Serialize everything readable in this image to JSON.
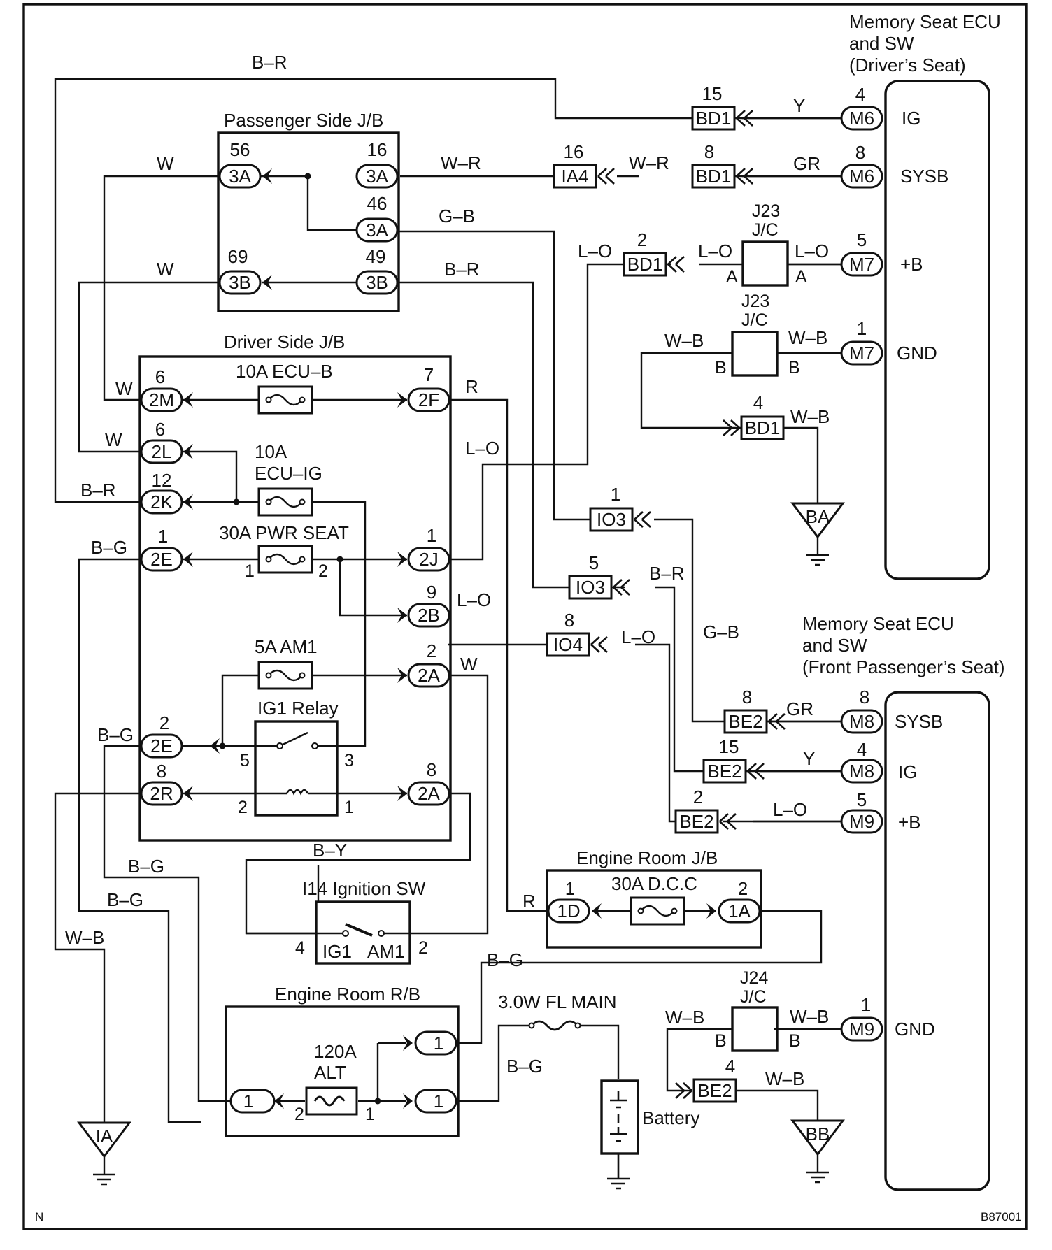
{
  "ecu_driver": {
    "title_lines": [
      "Memory Seat ECU",
      "and SW",
      "(Driver’s Seat)"
    ],
    "pins": [
      {
        "name": "IG",
        "conn": "M6",
        "num": "4"
      },
      {
        "name": "SYSB",
        "conn": "M6",
        "num": "8"
      },
      {
        "name": "+B",
        "conn": "M7",
        "num": "5"
      },
      {
        "name": "GND",
        "conn": "M7",
        "num": "1"
      }
    ]
  },
  "ecu_passenger": {
    "title_lines": [
      "Memory Seat ECU",
      "and SW",
      "(Front Passenger’s Seat)"
    ],
    "pins": [
      {
        "name": "SYSB",
        "conn": "M8",
        "num": "8"
      },
      {
        "name": "IG",
        "conn": "M8",
        "num": "4"
      },
      {
        "name": "+B",
        "conn": "M9",
        "num": "5"
      },
      {
        "name": "GND",
        "conn": "M9",
        "num": "1"
      }
    ]
  },
  "passenger_jb": {
    "title": "Passenger Side J/B",
    "terminals": [
      {
        "conn": "3A",
        "num": "56"
      },
      {
        "conn": "3A",
        "num": "16"
      },
      {
        "conn": "3A",
        "num": "46"
      },
      {
        "conn": "3B",
        "num": "69"
      },
      {
        "conn": "3B",
        "num": "49"
      }
    ]
  },
  "driver_jb": {
    "title": "Driver Side J/B",
    "terminals": [
      {
        "conn": "2M",
        "num": "6"
      },
      {
        "conn": "2F",
        "num": "7"
      },
      {
        "conn": "2L",
        "num": "6"
      },
      {
        "conn": "2K",
        "num": "12"
      },
      {
        "conn": "2E",
        "num": "1"
      },
      {
        "conn": "2J",
        "num": "1"
      },
      {
        "conn": "2B",
        "num": "9"
      },
      {
        "conn": "2A",
        "num": "2"
      },
      {
        "conn": "2E",
        "num": "2"
      },
      {
        "conn": "2R",
        "num": "8"
      },
      {
        "conn": "2A",
        "num": "8"
      }
    ],
    "fuses": {
      "ecu_b": "10A ECU–B",
      "ecu_ig_1": "10A",
      "ecu_ig_2": "ECU–IG",
      "pwr_seat": "30A PWR SEAT",
      "am1": "5A AM1"
    },
    "relay": {
      "title": "IG1 Relay",
      "pins": [
        "5",
        "3",
        "2",
        "1"
      ]
    },
    "fuse_pins": [
      "1",
      "2"
    ]
  },
  "engine_room_jb": {
    "title": "Engine Room J/B",
    "fuse": "30A D.C.C",
    "terminals": [
      {
        "conn": "1D",
        "num": "1"
      },
      {
        "conn": "1A",
        "num": "2"
      }
    ]
  },
  "engine_room_rb": {
    "title": "Engine Room R/B",
    "fuse_1": "120A",
    "fuse_2": "ALT",
    "terminal": "1",
    "pins": [
      "2",
      "1"
    ]
  },
  "ignition_sw": {
    "title": "I14 Ignition SW",
    "pin_left": "4",
    "pin_right": "2",
    "contact_1": "IG1",
    "contact_2": "AM1"
  },
  "fl_main": "3.0W FL MAIN",
  "battery": "Battery",
  "junctions": [
    {
      "id": "J23",
      "type": "J/C",
      "pin": "A"
    },
    {
      "id": "J23",
      "type": "J/C",
      "pin": "B"
    },
    {
      "id": "J24",
      "type": "J/C",
      "pin": "B"
    }
  ],
  "connectors": [
    {
      "conn": "BD1",
      "num": "15"
    },
    {
      "conn": "BD1",
      "num": "8"
    },
    {
      "conn": "IA4",
      "num": "16"
    },
    {
      "conn": "BD1",
      "num": "2"
    },
    {
      "conn": "BD1",
      "num": "4"
    },
    {
      "conn": "IO3",
      "num": "1"
    },
    {
      "conn": "IO3",
      "num": "5"
    },
    {
      "conn": "IO4",
      "num": "8"
    },
    {
      "conn": "BE2",
      "num": "8"
    },
    {
      "conn": "BE2",
      "num": "15"
    },
    {
      "conn": "BE2",
      "num": "2"
    },
    {
      "conn": "BE2",
      "num": "4"
    }
  ],
  "grounds": [
    "BA",
    "IA",
    "BB"
  ],
  "wire_colors": {
    "br": "B–R",
    "w": "W",
    "wr": "W–R",
    "gb": "G–B",
    "lo": "L–O",
    "wb": "W–B",
    "y": "Y",
    "gr": "GR",
    "r": "R",
    "bg": "B–G",
    "by": "B–Y"
  },
  "corner_left": "N",
  "corner_right": "B87001"
}
